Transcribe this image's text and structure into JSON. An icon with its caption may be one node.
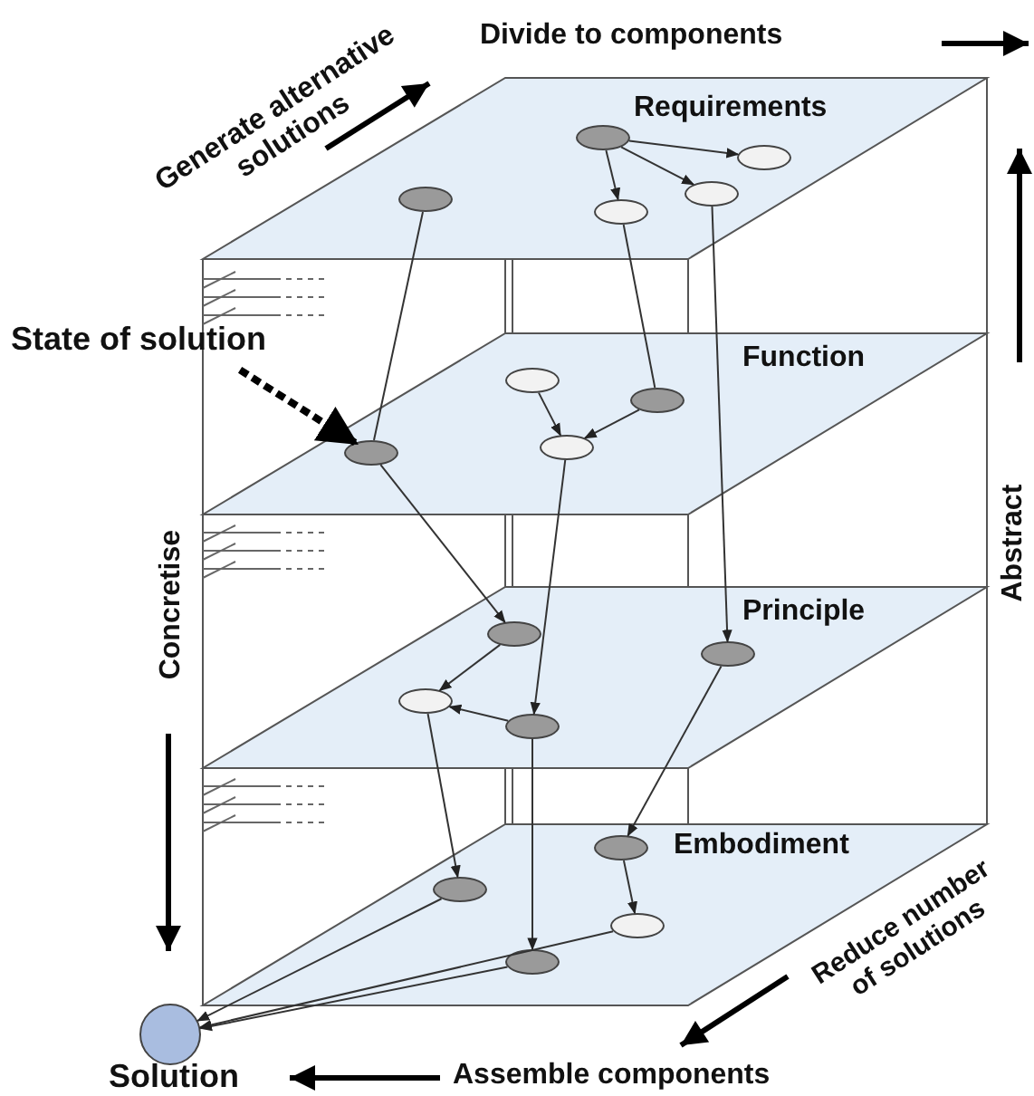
{
  "diagram": {
    "nodes": [
      {
        "text": [
          "Requirements"
        ]
      },
      {
        "text": [],
        "shape": "ellipse",
        "in": 0
      },
      {
        "text": [],
        "shape": "ellipse",
        "in": 0
      },
      {
        "text": [],
        "shape": "ellipse",
        "in": 0
      },
      {
        "text": [],
        "shape": "ellipse",
        "in": 0
      },
      {
        "text": [],
        "shape": "ellipse",
        "in": 0
      },
      {
        "text": [
          "Function"
        ]
      },
      {
        "text": [],
        "shape": "ellipse",
        "in": 6
      },
      {
        "text": [],
        "shape": "ellipse",
        "in": 6
      },
      {
        "text": [],
        "shape": "ellipse",
        "in": 6
      },
      {
        "text": [],
        "shape": "ellipse",
        "in": 6
      },
      {
        "text": [
          "Principle"
        ]
      },
      {
        "text": [],
        "shape": "ellipse",
        "in": 11
      },
      {
        "text": [],
        "shape": "ellipse",
        "in": 11
      },
      {
        "text": [],
        "shape": "ellipse",
        "in": 11
      },
      {
        "text": [],
        "shape": "ellipse",
        "in": 11
      },
      {
        "text": [
          "Embodiment"
        ]
      },
      {
        "text": [],
        "shape": "ellipse",
        "in": 16
      },
      {
        "text": [],
        "shape": "ellipse",
        "in": 16
      },
      {
        "text": [],
        "shape": "ellipse",
        "in": 16
      },
      {
        "text": [],
        "shape": "ellipse",
        "in": 16
      },
      {
        "text": [],
        "shape": "circle",
        "beside": [
          "Solution"
        ]
      },
      {
        "text": [
          "State of solution"
        ]
      }
    ],
    "edges": [
      {
        "from": 2,
        "to": 3,
        "arrow": "to"
      },
      {
        "from": 2,
        "to": 4,
        "arrow": "to"
      },
      {
        "from": 2,
        "to": 5,
        "arrow": "to"
      },
      {
        "from": 7,
        "to": 10,
        "arrow": "to"
      },
      {
        "from": 8,
        "to": 10,
        "arrow": "to"
      },
      {
        "from": 1,
        "to": 9,
        "arrow": "none"
      },
      {
        "from": 5,
        "to": 8,
        "arrow": "none"
      },
      {
        "from": 4,
        "to": 13,
        "arrow": "to"
      },
      {
        "from": 9,
        "to": 12,
        "arrow": "to"
      },
      {
        "from": 10,
        "to": 15,
        "arrow": "to"
      },
      {
        "from": 12,
        "to": 14,
        "arrow": "to"
      },
      {
        "from": 15,
        "to": 14,
        "arrow": "to"
      },
      {
        "from": 14,
        "to": 18,
        "arrow": "to"
      },
      {
        "from": 15,
        "to": 20,
        "arrow": "to"
      },
      {
        "from": 13,
        "to": 17,
        "arrow": "to"
      },
      {
        "from": 17,
        "to": 19,
        "arrow": "to"
      },
      {
        "from": 18,
        "to": 21,
        "arrow": "to"
      },
      {
        "from": 19,
        "to": 21,
        "arrow": "to"
      },
      {
        "from": 20,
        "to": 21,
        "arrow": "to"
      },
      {
        "from": 22,
        "to": 9,
        "arrow": "to",
        "style": "dashed"
      }
    ],
    "labels": [
      "Divide to components",
      "Generate alternative solutions",
      "Abstract",
      "Concretise",
      "Reduce number of solutions",
      "Assemble components"
    ]
  }
}
